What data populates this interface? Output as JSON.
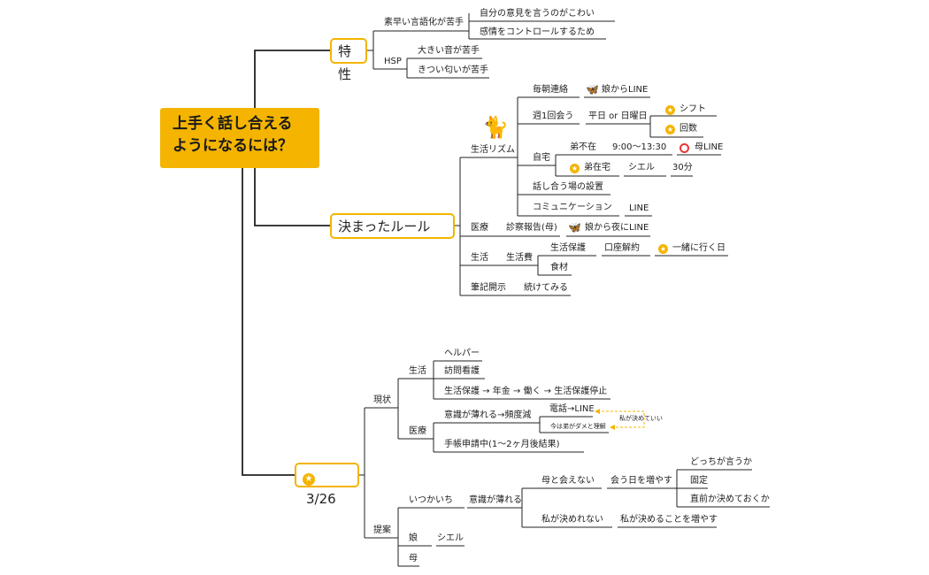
{
  "root": {
    "line1": "上手く話し合える",
    "line2": "ようになるには？"
  },
  "branches": {
    "traits": {
      "label": "特性",
      "verbal": {
        "label": "素早い言語化が苦手",
        "items": [
          "自分の意見を言うのがこわい",
          "感情をコントロールするため"
        ]
      },
      "hsp": {
        "label": "HSP",
        "items": [
          "大きい音が苦手",
          "きつい匂いが苦手"
        ]
      }
    },
    "rules": {
      "label": "決まったルール",
      "rhythm": {
        "label": "生活リズム",
        "morning": {
          "label": "毎朝連絡",
          "value": "娘からLINE"
        },
        "weekly": {
          "label": "週1回会う",
          "value": "平日 or 日曜日",
          "options": [
            "シフト",
            "回数"
          ]
        },
        "home": {
          "label": "自宅",
          "absent": {
            "label": "弟不在",
            "time": "9:00〜13:30",
            "value": "母LINE"
          },
          "present": {
            "label": "弟在宅",
            "who": "シエル",
            "time": "30分"
          }
        },
        "venue": "話し合う場の設置",
        "communication": {
          "label": "コミュニケーション",
          "value": "LINE"
        }
      },
      "medical": {
        "label": "医療",
        "report": "診察報告(母)",
        "value": "娘から夜にLINE"
      },
      "life": {
        "label": "生活",
        "expenses": "生活費",
        "welfare": {
          "label": "生活保護",
          "account": "口座解約",
          "together": "一緒に行く日"
        },
        "food": "食材"
      },
      "notes": {
        "label": "筆記開示",
        "value": "続けてみる"
      }
    },
    "date": {
      "label": "3/26",
      "current": {
        "label": "現状",
        "life": {
          "label": "生活",
          "items": [
            "ヘルパー",
            "訪問看護",
            "生活保護 → 年金 → 働く → 生活保護停止"
          ]
        },
        "medical": {
          "label": "医療",
          "fading": "意識が薄れる→頻度減",
          "phone": "電話→LINE",
          "poor": "今は弟がダメと理解",
          "note": "私が決めていい",
          "booklet": "手帳申請中(1〜2ヶ月後結果)"
        }
      },
      "proposal": {
        "label": "提案",
        "always": "いつかいち",
        "fading": "意識が薄れる",
        "cant_meet": "母と会えない",
        "more_days": "会う日を増やす",
        "day_options": [
          "どっちが言うか",
          "固定",
          "直前か決めておくか"
        ],
        "cant_decide": "私が決めれない",
        "decide_more": "私が決めることを増やす",
        "daughter": "娘",
        "ciel": "シエル",
        "mother": "母"
      }
    }
  },
  "colors": {
    "accent": "#f4b400",
    "line": "#222222",
    "butterfly": "#7e57c2",
    "dashed": "#f4b400",
    "alert": "#e53935"
  },
  "icons": {
    "cat": "cat-icon",
    "butterfly": "butterfly-icon",
    "star": "star-icon",
    "ring": "ring-icon"
  }
}
